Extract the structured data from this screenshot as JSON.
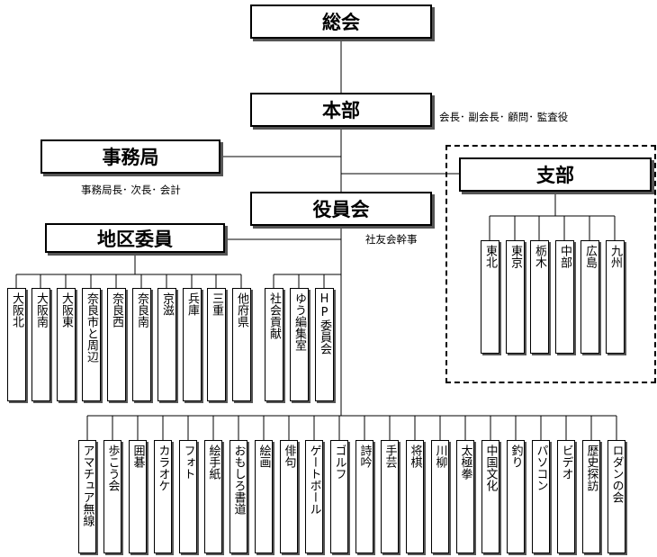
{
  "nodes": {
    "general_meeting": "総会",
    "headquarters": "本部",
    "hq_roles": "会長･ 副会長･ 顧問･ 監査役",
    "secretariat": "事務局",
    "secretariat_roles": "事務局長･ 次長･ 会計",
    "board": "役員会",
    "board_roles": "社友会幹事",
    "district_committee": "地区委員",
    "branch": "支部"
  },
  "districts": [
    "大阪北",
    "大阪南",
    "大阪東",
    "奈良市と周辺",
    "奈良西",
    "奈良南",
    "京滋",
    "兵庫",
    "三重",
    "他府県"
  ],
  "committees": [
    "社会貢献",
    "ゆう編集室",
    "HP委員会"
  ],
  "branches": [
    "東北",
    "東京",
    "栃木",
    "中部",
    "広島",
    "九州"
  ],
  "clubs": [
    "アマチュア無線",
    "歩こう会",
    "囲碁",
    "カラオケ",
    "フォト",
    "絵手紙",
    "おもしろ書道",
    "絵画",
    "俳句",
    "ゲートボール",
    "ゴルフ",
    "詩吟",
    "手芸",
    "将棋",
    "川柳",
    "太極拳",
    "中国文化",
    "釣り",
    "パソコン",
    "ビデオ",
    "歴史探訪",
    "ロダンの会"
  ]
}
